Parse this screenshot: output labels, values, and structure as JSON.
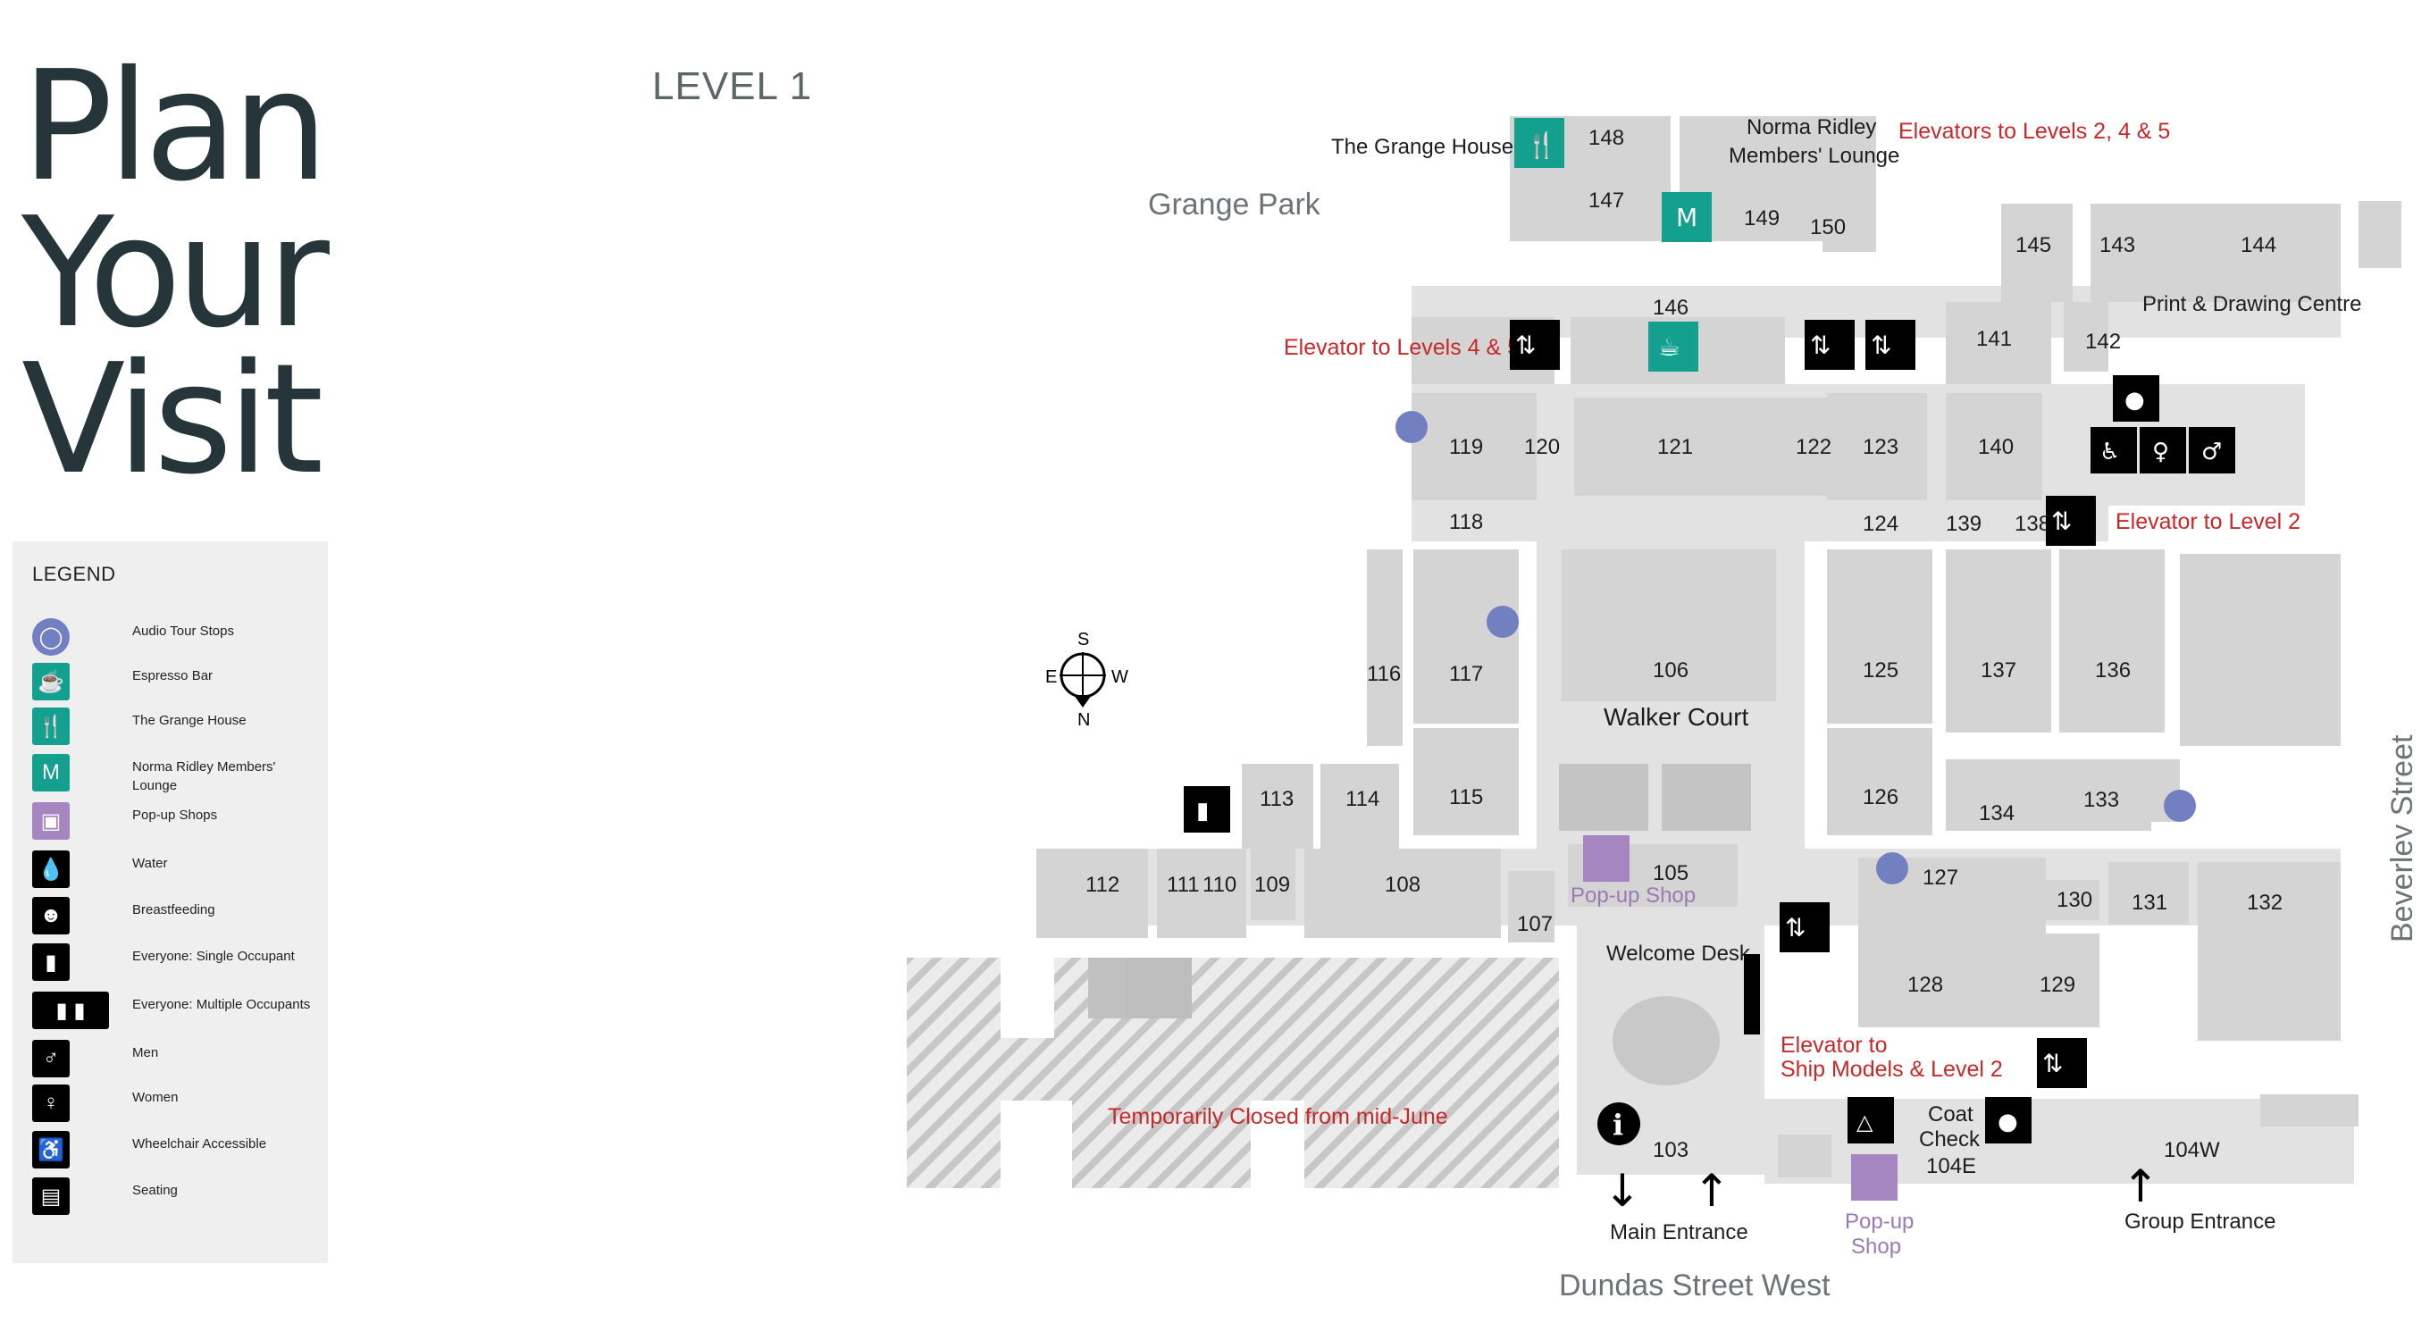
{
  "title": {
    "line1": "Plan",
    "line2": "Your",
    "line3": "Visit"
  },
  "level": "LEVEL 1",
  "legend": {
    "title": "LEGEND",
    "items": [
      {
        "label": "Audio Tour Stops",
        "icon": "headphones-icon"
      },
      {
        "label": "Espresso Bar",
        "icon": "coffee-cup-icon"
      },
      {
        "label": "The Grange House",
        "icon": "fork-knife-icon"
      },
      {
        "label": "Norma Ridley Members' Lounge",
        "icon": "members-m-icon"
      },
      {
        "label": "Pop-up Shops",
        "icon": "gift-icon"
      },
      {
        "label": "Water",
        "icon": "water-drop-icon"
      },
      {
        "label": "Breastfeeding",
        "icon": "breastfeeding-icon"
      },
      {
        "label": "Everyone: Single Occupant",
        "icon": "toilet-icon"
      },
      {
        "label": "Everyone: Multiple Occupants",
        "icon": "toilets-icon"
      },
      {
        "label": "Men",
        "icon": "man-icon"
      },
      {
        "label": "Women",
        "icon": "woman-icon"
      },
      {
        "label": "Wheelchair Accessible",
        "icon": "wheelchair-icon"
      },
      {
        "label": "Seating",
        "icon": "sofa-icon"
      }
    ]
  },
  "colors": {
    "red": "#c8282a",
    "teal": "#13a08e",
    "lavender": "#a586c0",
    "audio": "#7280c2",
    "room": "#d4d4d4"
  },
  "compass": {
    "n": "N",
    "s": "S",
    "e": "E",
    "w": "W"
  },
  "streets": {
    "grange_park": "Grange Park",
    "dundas": "Dundas Street West",
    "beverley": "Beverley Street"
  },
  "places": {
    "grange_house": "The Grange House",
    "norma_ridley": "Norma Ridley",
    "members_lounge": "Members' Lounge",
    "print_drawing": "Print & Drawing Centre",
    "walker_court": "Walker Court",
    "welcome_desk": "Welcome Desk",
    "coat": "Coat",
    "check": "Check",
    "main_entrance": "Main Entrance",
    "group_entrance": "Group Entrance",
    "popup_shop": "Pop-up Shop",
    "popup": "Pop-up",
    "shop": "Shop",
    "members_m": "M"
  },
  "notes": {
    "elev_245": "Elevators to Levels 2, 4 & 5",
    "elev_45": "Elevator to Levels 4 & 5",
    "elev_2": "Elevator to Level 2",
    "elev_ship1": "Elevator to",
    "elev_ship2": "Ship Models & Level 2",
    "closed": "Temporarily Closed from mid-June"
  },
  "rooms": {
    "r148": "148",
    "r147": "147",
    "r149": "149",
    "r150": "150",
    "r146": "146",
    "r145": "145",
    "r143": "143",
    "r144": "144",
    "r141": "141",
    "r142": "142",
    "r119": "119",
    "r120": "120",
    "r121": "121",
    "r122": "122",
    "r123": "123",
    "r140": "140",
    "r118": "118",
    "r124": "124",
    "r139": "139",
    "r138": "138",
    "r116": "116",
    "r117": "117",
    "r106": "106",
    "r125": "125",
    "r137": "137",
    "r136": "136",
    "r113": "113",
    "r114": "114",
    "r115": "115",
    "r126": "126",
    "r134": "134",
    "r133": "133",
    "r112": "112",
    "r111": "111",
    "r110": "110",
    "r109": "109",
    "r108": "108",
    "r105": "105",
    "r127": "127",
    "r107": "107",
    "r130": "130",
    "r131": "131",
    "r132": "132",
    "r128": "128",
    "r129": "129",
    "r103": "103",
    "r104e": "104E",
    "r104w": "104W"
  }
}
